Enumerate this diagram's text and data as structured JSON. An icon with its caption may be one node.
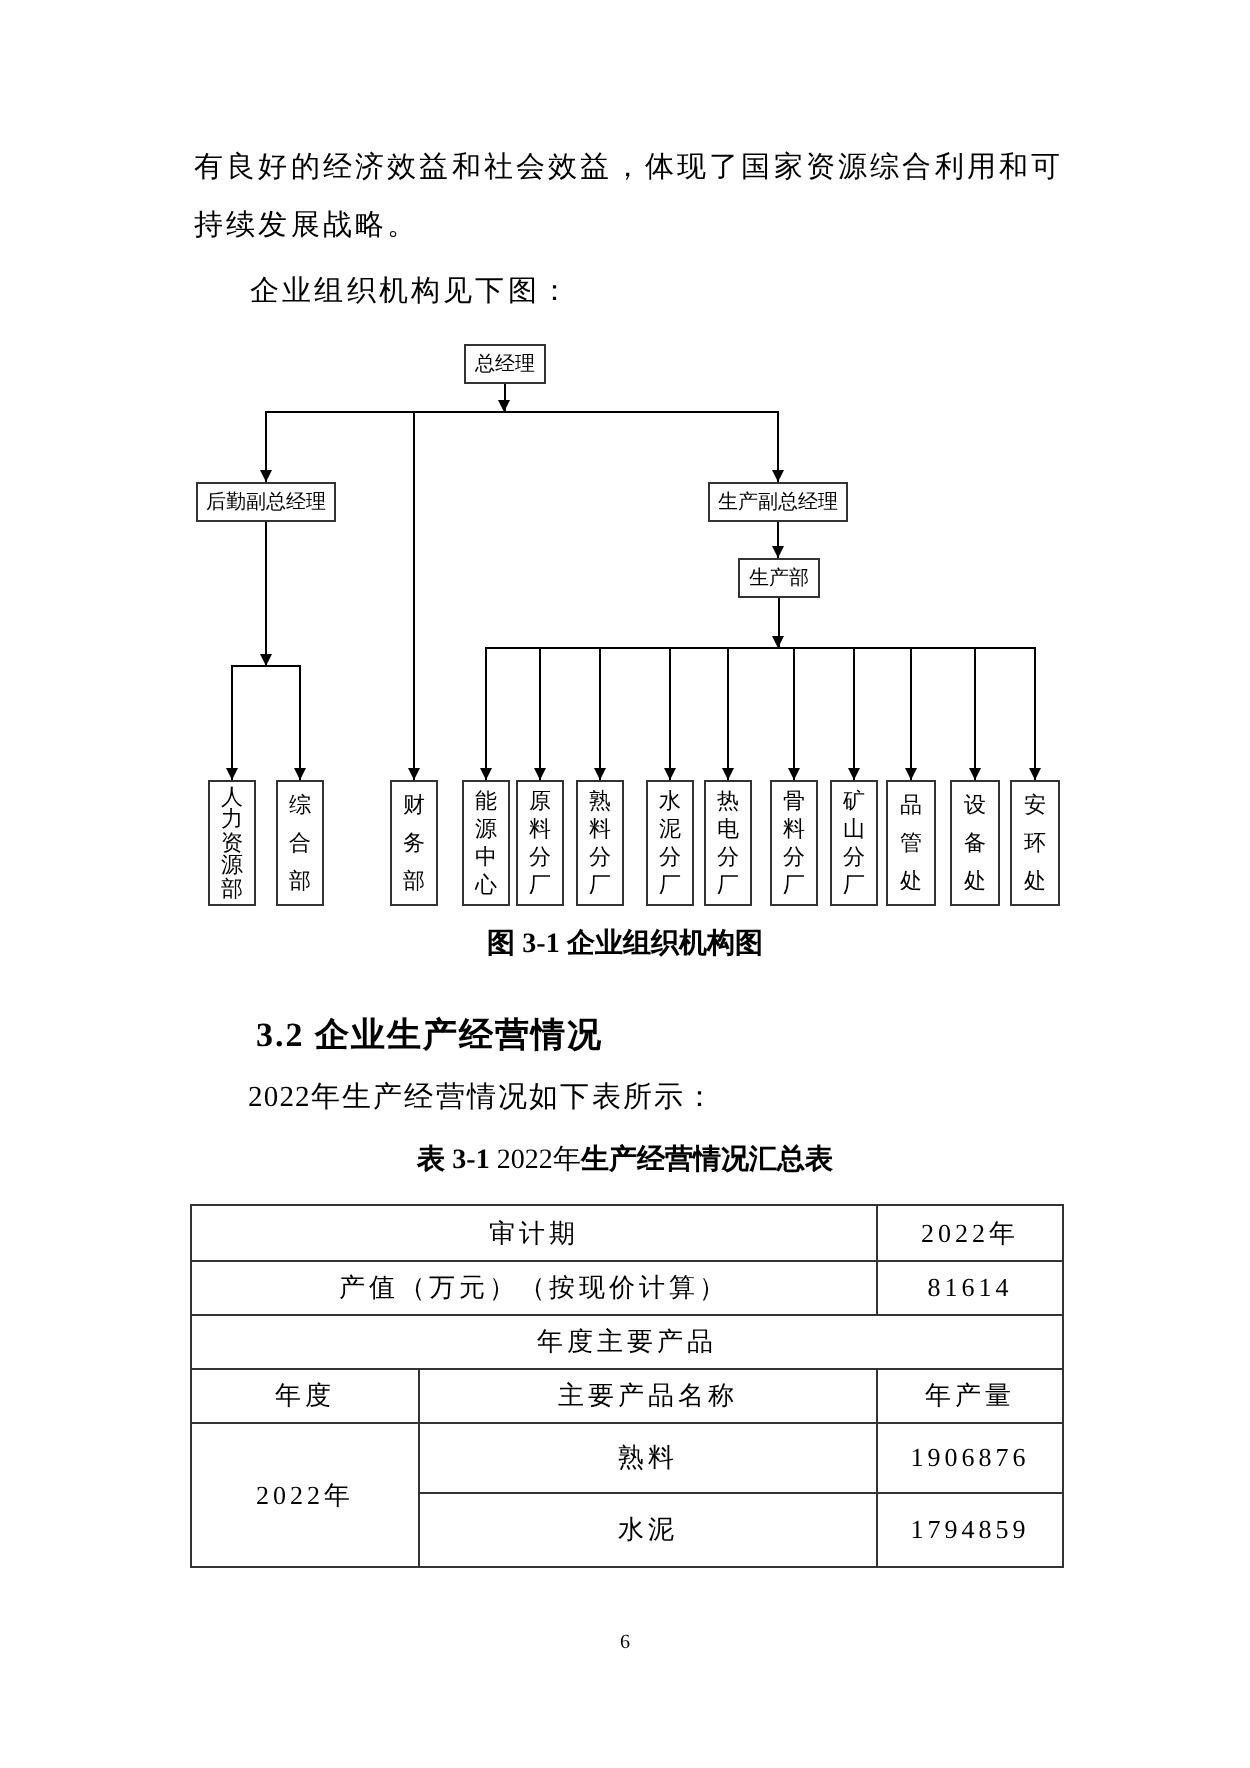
{
  "diagram": {
    "caption": "图 3-1 企业组织机构图",
    "nodes": [
      {
        "text": [
          "总经理"
        ]
      },
      {
        "text": [
          "后勤副总经理"
        ]
      },
      {
        "text": [
          "生产副总经理"
        ]
      },
      {
        "text": [
          "生产部"
        ]
      },
      {
        "text": [
          "人力资源部"
        ]
      },
      {
        "text": [
          "综合部"
        ]
      },
      {
        "text": [
          "财务部"
        ]
      },
      {
        "text": [
          "能源中心"
        ]
      },
      {
        "text": [
          "原料分厂"
        ]
      },
      {
        "text": [
          "熟料分厂"
        ]
      },
      {
        "text": [
          "水泥分厂"
        ]
      },
      {
        "text": [
          "热电分厂"
        ]
      },
      {
        "text": [
          "骨料分厂"
        ]
      },
      {
        "text": [
          "矿山分厂"
        ]
      },
      {
        "text": [
          "品管处"
        ]
      },
      {
        "text": [
          "设备处"
        ]
      },
      {
        "text": [
          "安环处"
        ]
      }
    ],
    "edges": [
      {
        "from": 0,
        "to": 1,
        "arrow": "to"
      },
      {
        "from": 0,
        "to": 2,
        "arrow": "to"
      },
      {
        "from": 0,
        "to": 6,
        "arrow": "to"
      },
      {
        "from": 2,
        "to": 3,
        "arrow": "to"
      },
      {
        "from": 1,
        "to": 4,
        "arrow": "to"
      },
      {
        "from": 1,
        "to": 5,
        "arrow": "to"
      },
      {
        "from": 3,
        "to": 7,
        "arrow": "to"
      },
      {
        "from": 3,
        "to": 8,
        "arrow": "to"
      },
      {
        "from": 3,
        "to": 9,
        "arrow": "to"
      },
      {
        "from": 3,
        "to": 10,
        "arrow": "to"
      },
      {
        "from": 3,
        "to": 11,
        "arrow": "to"
      },
      {
        "from": 3,
        "to": 12,
        "arrow": "to"
      },
      {
        "from": 3,
        "to": 13,
        "arrow": "to"
      },
      {
        "from": 3,
        "to": 14,
        "arrow": "to"
      },
      {
        "from": 3,
        "to": 15,
        "arrow": "to"
      },
      {
        "from": 3,
        "to": 16,
        "arrow": "to"
      }
    ],
    "labels": [
      "有良好的经济效益和社会效益，体现了国家资源综合利用和可持续发展战略。",
      "企业组织机构见下图：",
      "3.2 企业生产经营情况",
      "2022年生产经营情况如下表所示：",
      "**表 3-1** 2022年**生产经营情况汇总表**",
      "审计期",
      "2022年",
      "产值（万元）（按现价计算）",
      "81614",
      "年度主要产品",
      "年度",
      "主要产品名称",
      "年产量",
      "2022年",
      "熟料",
      "1906876",
      "水泥",
      "1794859",
      "6"
    ]
  }
}
